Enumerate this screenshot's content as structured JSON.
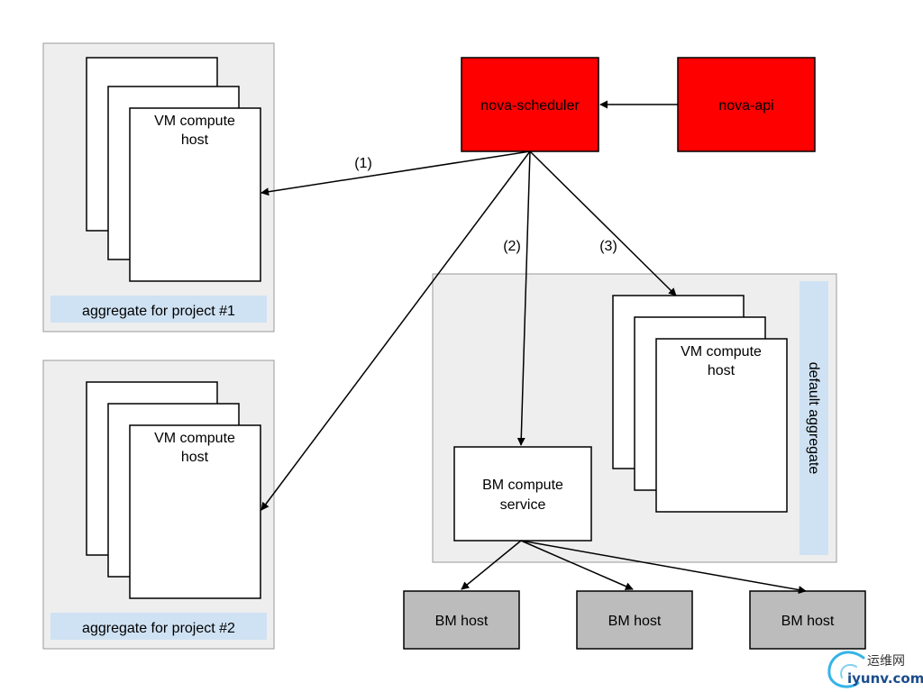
{
  "nodes": {
    "scheduler": "nova-scheduler",
    "api": "nova-api",
    "vm_host_line1": "VM compute",
    "vm_host_line2": "host",
    "bm_service_line1": "BM compute",
    "bm_service_line2": "service",
    "bm_host": "BM host"
  },
  "aggregates": {
    "project1": "aggregate for project #1",
    "project2": "aggregate for project #2",
    "default": "default aggregate"
  },
  "edges": {
    "route1": "(1)",
    "route2": "(2)",
    "route3": "(3)"
  },
  "watermark": {
    "cn": "运维网",
    "site": "iyunv.com"
  },
  "colors": {
    "nova_red": "#ff0000",
    "aggregate_bg": "#eeeeee",
    "label_blue": "#cfe2f3",
    "bm_host_gray": "#bcbcbc"
  }
}
